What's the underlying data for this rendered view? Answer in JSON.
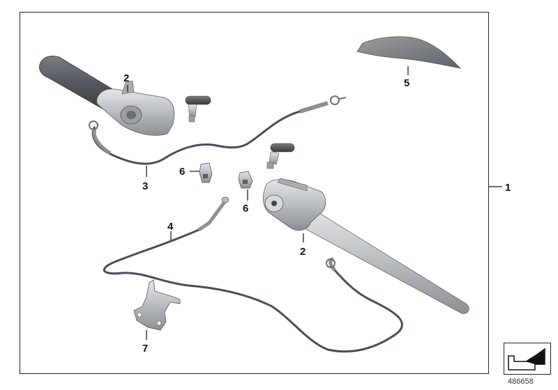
{
  "callouts": {
    "c1": "1",
    "c2a": "2",
    "c2b": "2",
    "c3": "3",
    "c4": "4",
    "c5": "5",
    "c6a": "6",
    "c6b": "6",
    "c7": "7"
  },
  "diagram_id": "486658",
  "colors": {
    "line": "#111111",
    "cable": "#4a4e58",
    "metal": "#b9bcc0",
    "metal_dark": "#7d8085",
    "grip": "#55585e"
  }
}
